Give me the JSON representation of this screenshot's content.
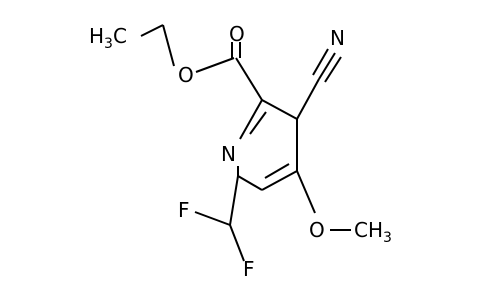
{
  "molecule": {
    "atoms": {
      "nitrogen_ring": "N",
      "nitrogen_nitrile": "N",
      "oxygen_carbonyl": "O",
      "oxygen_ester": "O",
      "oxygen_methoxy": "O",
      "fluorine_upper": "F",
      "fluorine_lower": "F"
    },
    "groups": {
      "ethyl_methyl": {
        "symbol": "H",
        "count": "3",
        "atom": "C"
      },
      "methoxy_methyl": {
        "atom": "C",
        "symbol": "H",
        "count": "3"
      }
    }
  }
}
